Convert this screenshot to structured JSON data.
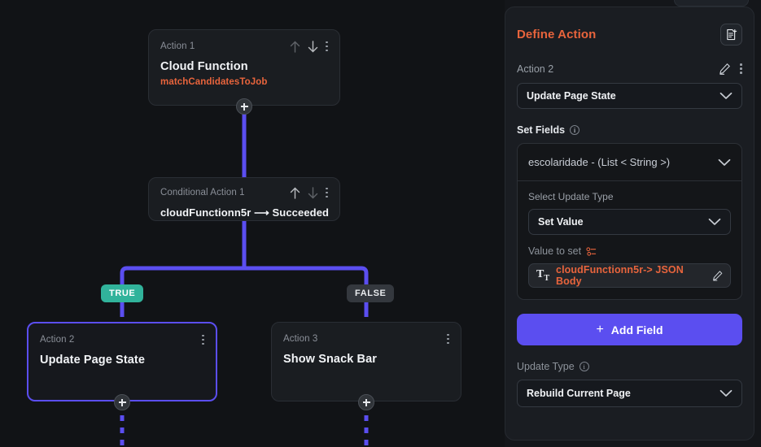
{
  "canvas": {
    "nodes": [
      {
        "id": "action1",
        "sub": "Action 1",
        "title": "Cloud Function",
        "meta": "matchCandidatesToJob",
        "icons": [
          "arrow-up-icon",
          "arrow-down-icon",
          "more-vertical-icon"
        ]
      },
      {
        "id": "conditional1",
        "sub": "Conditional Action 1",
        "title": "cloudFunctionn5r ⟶ Succeeded",
        "icons": [
          "arrow-up-icon",
          "arrow-down-icon",
          "more-vertical-icon"
        ]
      },
      {
        "id": "action2",
        "sub": "Action 2",
        "title": "Update Page State",
        "selected": true,
        "icons": [
          "more-vertical-icon"
        ]
      },
      {
        "id": "action3",
        "sub": "Action 3",
        "title": "Show Snack Bar",
        "selected": false,
        "icons": [
          "more-vertical-icon"
        ]
      }
    ],
    "branches": {
      "true_label": "TRUE",
      "false_label": "FALSE"
    },
    "add_button_label": "+",
    "colors": {
      "wire": "#5b4ef0",
      "true_badge": "#31b39b",
      "false_badge": "#34383e",
      "accent_orange": "#e8643c",
      "card_bg": "#1a1d21",
      "canvas_bg": "#111316"
    }
  },
  "panel": {
    "title": "Define Action",
    "header_icon": "document-add-icon",
    "action_label": "Action 2",
    "action_icons": [
      "pencil-icon",
      "more-vertical-icon"
    ],
    "action_type": "Update Page State",
    "set_fields": {
      "label": "Set Fields",
      "info_icon": "info-icon",
      "field_name": "escolaridade - (List < String >)",
      "update_type_label": "Select Update Type",
      "update_type_value": "Set Value",
      "value_to_set_label": "Value to set",
      "value_to_set_icon": "variable-icon",
      "value_chip_icon": "text-format-icon",
      "value_chip_text": "cloudFunctionn5r-> JSON Body",
      "value_chip_edit_icon": "pencil-icon"
    },
    "add_field_button": "Add Field",
    "add_field_icon": "plus-icon",
    "update_type": {
      "label": "Update Type",
      "info_icon": "info-icon",
      "value": "Rebuild Current Page"
    }
  }
}
